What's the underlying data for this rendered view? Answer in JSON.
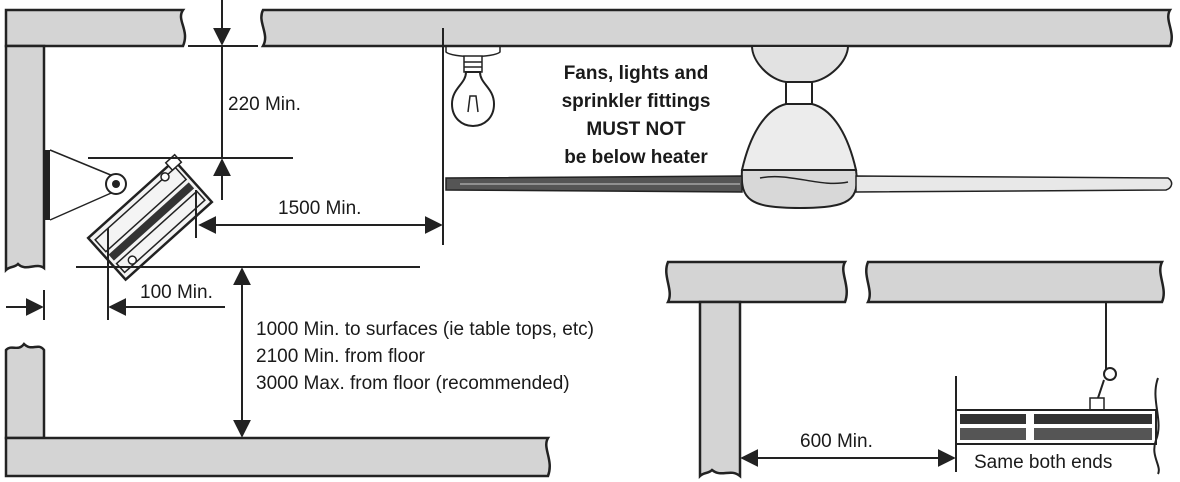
{
  "dimensions": {
    "ceiling_clearance": "220 Min.",
    "fan_distance": "1500 Min.",
    "wall_distance": "100 Min.",
    "surface_line1": "1000 Min. to surfaces (ie table tops, etc)",
    "surface_line2": "2100 Min. from floor",
    "surface_line3": "3000 Max. from floor (recommended)",
    "end_distance": "600 Min."
  },
  "warning": {
    "line1": "Fans, lights and",
    "line2": "sprinkler fittings",
    "line3": "MUST NOT",
    "line4": "be below heater"
  },
  "inset_caption": "Same both ends",
  "colors": {
    "structure_fill": "#d4d4d4",
    "line": "#222222",
    "fan_fill": "#e2e2e2"
  }
}
